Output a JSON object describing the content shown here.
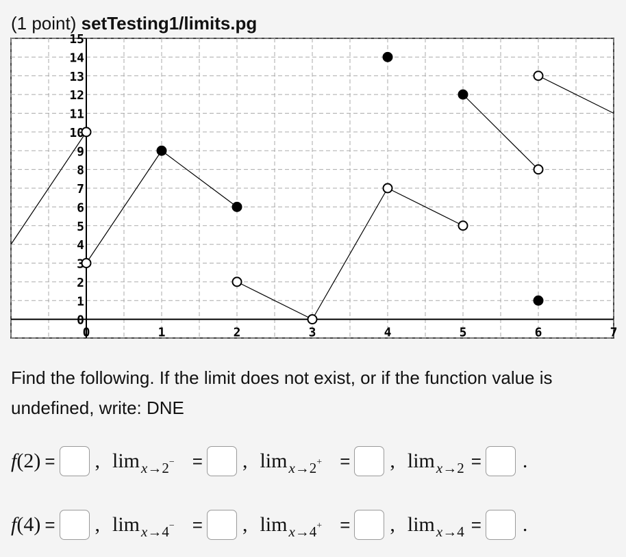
{
  "header": {
    "points": "(1 point)",
    "problem": "setTesting1/limits.pg"
  },
  "instructions": "Find the following. If the limit does not exist, or if the function value is undefined, write: DNE",
  "questions": [
    {
      "f": "f",
      "arg": "(2)",
      "lims": [
        {
          "prefix": "lim",
          "var": "x→",
          "num": "2",
          "side": "−"
        },
        {
          "prefix": "lim",
          "var": "x→",
          "num": "2",
          "side": "+"
        },
        {
          "prefix": "lim",
          "var": "x→",
          "num": "2",
          "side": ""
        }
      ]
    },
    {
      "f": "f",
      "arg": "(4)",
      "lims": [
        {
          "prefix": "lim",
          "var": "x→",
          "num": "4",
          "side": "−"
        },
        {
          "prefix": "lim",
          "var": "x→",
          "num": "4",
          "side": "+"
        },
        {
          "prefix": "lim",
          "var": "x→",
          "num": "4",
          "side": ""
        }
      ]
    }
  ],
  "symbols": {
    "equals": "=",
    "comma": ",",
    "period": "."
  },
  "chart_data": {
    "type": "line",
    "xlim": [
      -1,
      7
    ],
    "ylim": [
      -1,
      15
    ],
    "x_ticks": [
      "0",
      "1",
      "2",
      "3",
      "4",
      "5",
      "6",
      "7"
    ],
    "y_ticks": [
      "0",
      "1",
      "2",
      "3",
      "4",
      "5",
      "6",
      "7",
      "8",
      "9",
      "10",
      "11",
      "12",
      "13",
      "14",
      "15"
    ],
    "grid": true,
    "segments": [
      {
        "x": [
          -1,
          0
        ],
        "y": [
          4,
          10
        ]
      },
      {
        "x": [
          0,
          1
        ],
        "y": [
          3,
          9
        ]
      },
      {
        "x": [
          1,
          2
        ],
        "y": [
          9,
          6
        ]
      },
      {
        "x": [
          2,
          3
        ],
        "y": [
          2,
          0
        ]
      },
      {
        "x": [
          3,
          4
        ],
        "y": [
          0,
          7
        ]
      },
      {
        "x": [
          4,
          5
        ],
        "y": [
          7,
          5
        ]
      },
      {
        "x": [
          5,
          6
        ],
        "y": [
          12,
          8
        ]
      },
      {
        "x": [
          6,
          7
        ],
        "y": [
          13,
          11
        ]
      }
    ],
    "points": [
      {
        "x": 0,
        "y": 10,
        "filled": false
      },
      {
        "x": 0,
        "y": 3,
        "filled": false
      },
      {
        "x": 1,
        "y": 9,
        "filled": true
      },
      {
        "x": 2,
        "y": 6,
        "filled": true
      },
      {
        "x": 2,
        "y": 2,
        "filled": false
      },
      {
        "x": 3,
        "y": 0,
        "filled": false
      },
      {
        "x": 4,
        "y": 14,
        "filled": true
      },
      {
        "x": 4,
        "y": 7,
        "filled": false
      },
      {
        "x": 5,
        "y": 12,
        "filled": true
      },
      {
        "x": 5,
        "y": 5,
        "filled": false
      },
      {
        "x": 6,
        "y": 13,
        "filled": false
      },
      {
        "x": 6,
        "y": 8,
        "filled": false
      },
      {
        "x": 6,
        "y": 1,
        "filled": true
      }
    ],
    "colors": {
      "line": "#000000",
      "grid": "#aaaaaa",
      "background": "#ffffff"
    }
  }
}
